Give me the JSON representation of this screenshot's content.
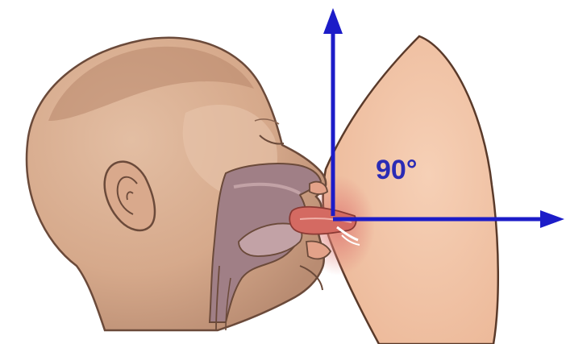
{
  "diagram": {
    "angle_label": "90°",
    "colors": {
      "background": "#ffffff",
      "skin_head": "#d9ae91",
      "skin_head_shadow": "#b98c72",
      "outline": "#6b4a3a",
      "breast": "#f2c4a6",
      "breast_outline": "#5a3a2a",
      "areola_blush": "#e38f86",
      "oral_cavity": "#a07f86",
      "oral_cavity_light": "#c2a2a6",
      "nipple": "#d46a62",
      "arrow": "#1c1cc8",
      "label": "#2b2bb5"
    },
    "elements": {
      "baby_head": "baby-head",
      "breast": "breast",
      "vertical_axis_arrow": "vertical-arrow",
      "horizontal_axis_arrow": "horizontal-arrow"
    }
  }
}
